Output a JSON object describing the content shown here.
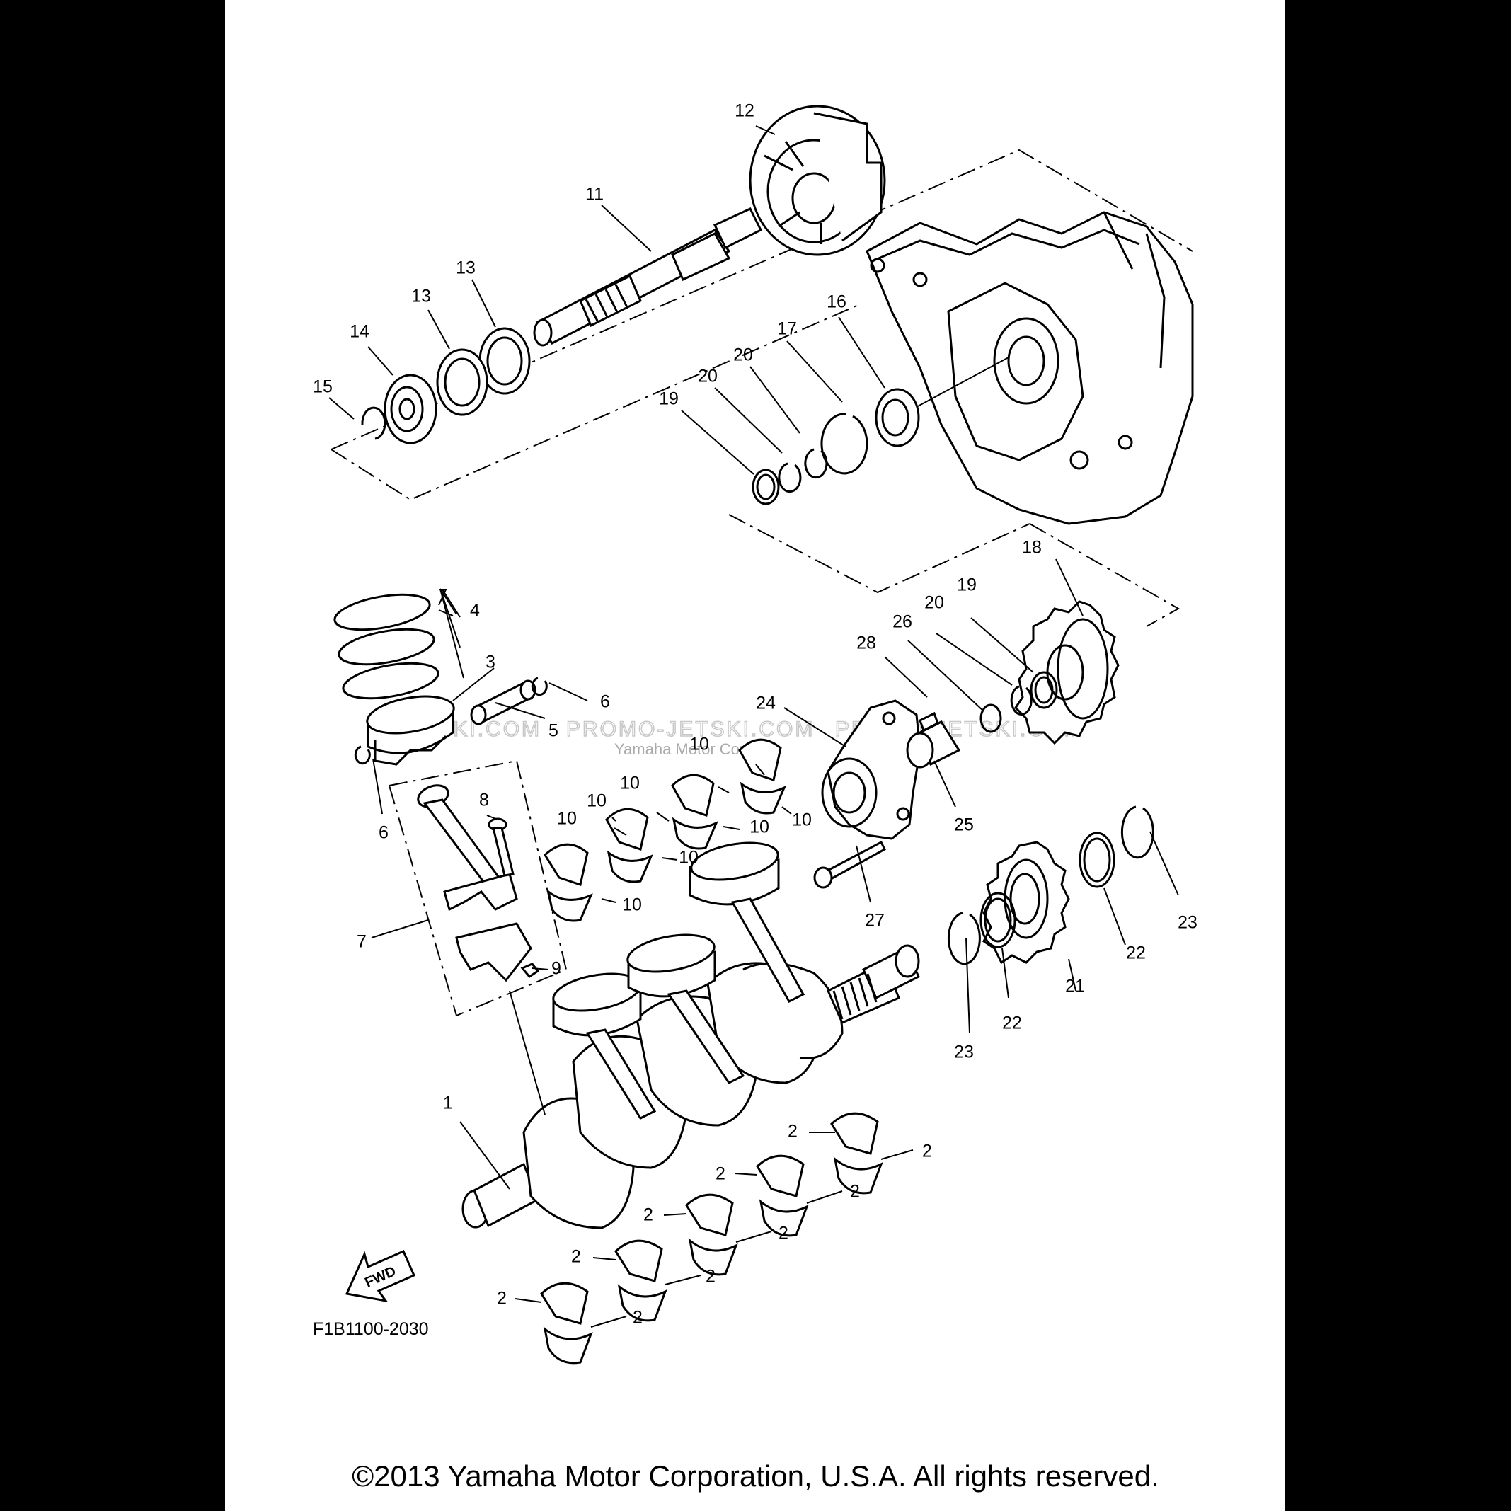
{
  "diagram_code": "F1B1100-2030",
  "copyright": "©2013 Yamaha Motor Corporation, U.S.A. All rights reserved.",
  "fwd_label": "FWD",
  "watermark": {
    "left": "JETSKI.COM",
    "center": "PROMO-JETSKI.COM",
    "center_overlay": "Yamaha Motor Corp",
    "right": "PROMO-JETSKI.COM"
  },
  "callouts": {
    "c1": "1",
    "c2": "2",
    "c3": "3",
    "c4": "4",
    "c5": "5",
    "c6": "6",
    "c7": "7",
    "c8": "8",
    "c9": "9",
    "c10": "10",
    "c11": "11",
    "c12": "12",
    "c13": "13",
    "c14": "14",
    "c15": "15",
    "c16": "16",
    "c17": "17",
    "c18": "18",
    "c19": "19",
    "c20": "20",
    "c21": "21",
    "c22": "22",
    "c23": "23",
    "c24": "24",
    "c25": "25",
    "c26": "26",
    "c27": "27",
    "c28": "28"
  }
}
